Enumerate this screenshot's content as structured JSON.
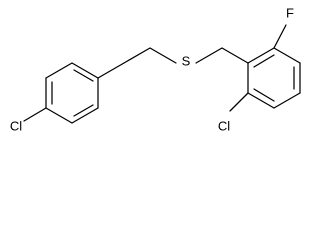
{
  "structure": {
    "atoms": {
      "cl_left": "Cl",
      "s_center": "S",
      "f_top": "F",
      "cl_bottom": "Cl"
    }
  }
}
